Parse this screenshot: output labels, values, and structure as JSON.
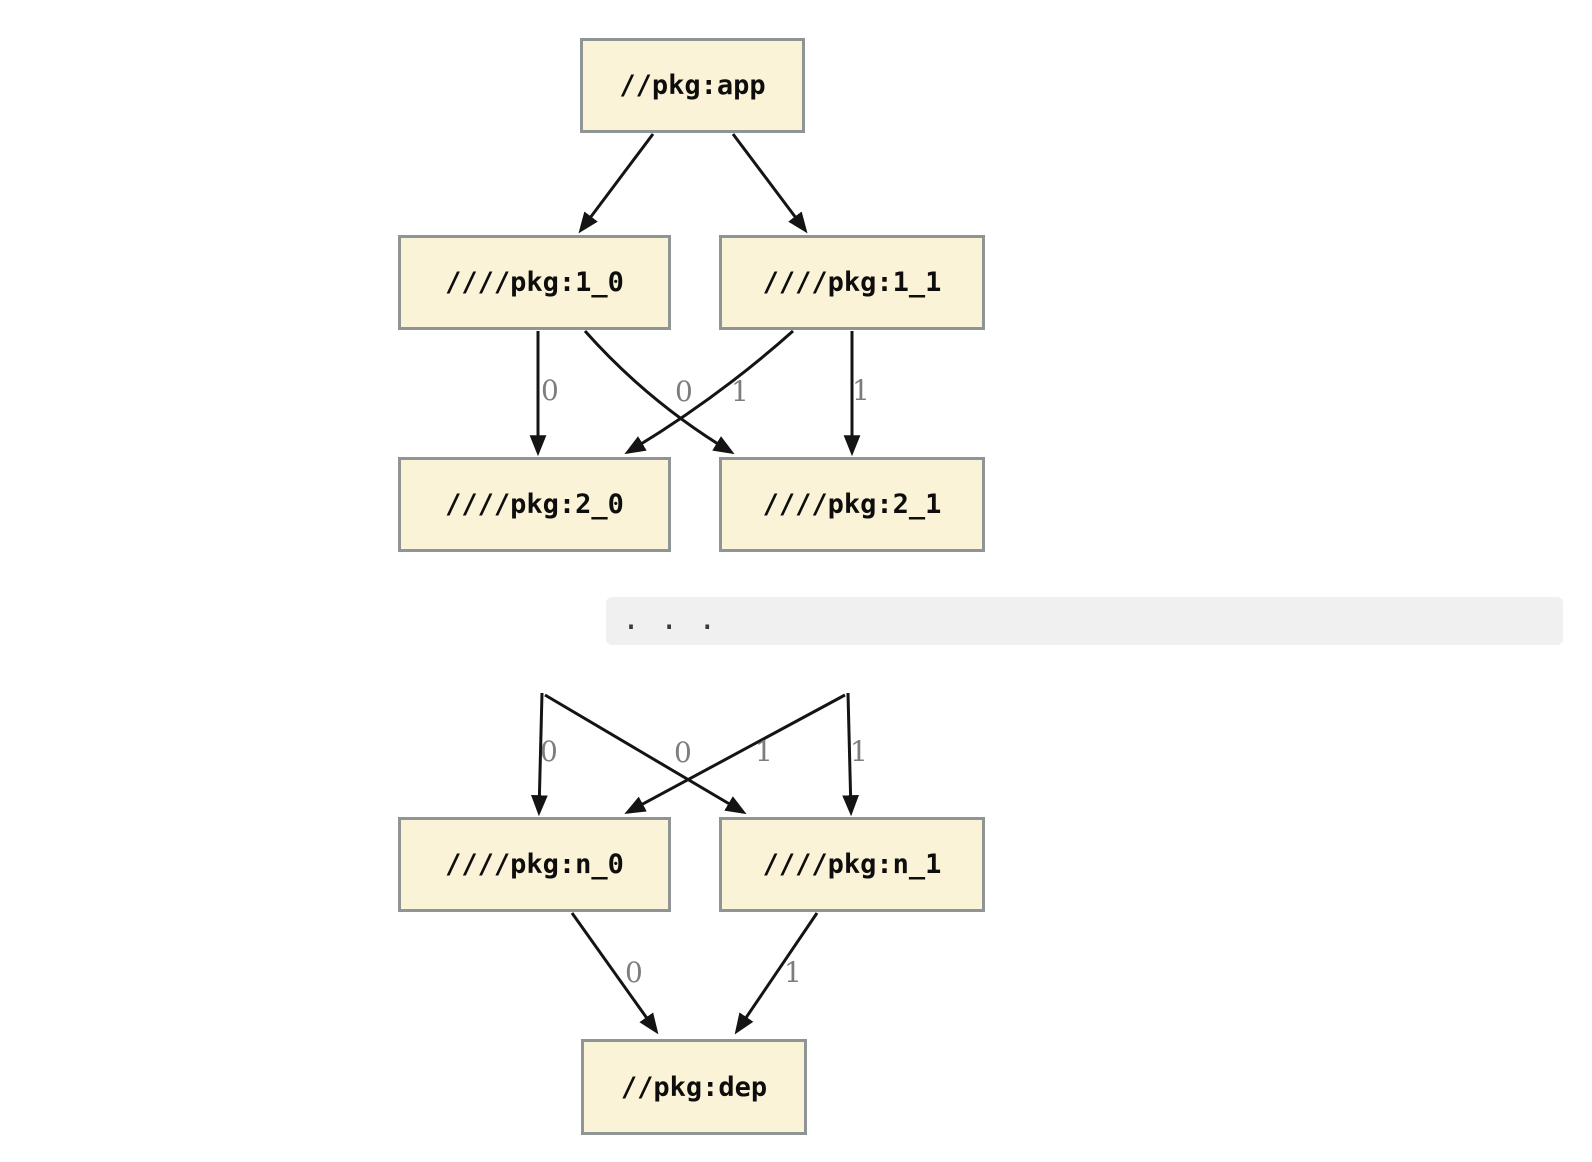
{
  "diagram": {
    "kind": "dependency-graph",
    "nodes": {
      "app": {
        "label": "//pkg:app"
      },
      "v1_0": {
        "label": "////pkg:1_0"
      },
      "v1_1": {
        "label": "////pkg:1_1"
      },
      "v2_0": {
        "label": "////pkg:2_0"
      },
      "v2_1": {
        "label": "////pkg:2_1"
      },
      "vn_0": {
        "label": "////pkg:n_0"
      },
      "vn_1": {
        "label": "////pkg:n_1"
      },
      "dep": {
        "label": "//pkg:dep"
      }
    },
    "separator": {
      "label": ". . ."
    },
    "edges": [
      {
        "from": "//pkg:app",
        "to": "////pkg:1_0",
        "label": ""
      },
      {
        "from": "//pkg:app",
        "to": "////pkg:1_1",
        "label": ""
      },
      {
        "from": "////pkg:1_0",
        "to": "////pkg:2_0",
        "label": "0"
      },
      {
        "from": "////pkg:1_0",
        "to": "////pkg:2_1",
        "label": "0"
      },
      {
        "from": "////pkg:1_1",
        "to": "////pkg:2_0",
        "label": "1"
      },
      {
        "from": "////pkg:1_1",
        "to": "////pkg:2_1",
        "label": "1"
      },
      {
        "from": "…",
        "to": "////pkg:n_0",
        "label": "0"
      },
      {
        "from": "…",
        "to": "////pkg:n_1",
        "label": "0"
      },
      {
        "from": "…",
        "to": "////pkg:n_0",
        "label": "1"
      },
      {
        "from": "…",
        "to": "////pkg:n_1",
        "label": "1"
      },
      {
        "from": "////pkg:n_0",
        "to": "//pkg:dep",
        "label": "0"
      },
      {
        "from": "////pkg:n_1",
        "to": "//pkg:dep",
        "label": "1"
      }
    ],
    "colors": {
      "node_fill": "#faf3d8",
      "node_border": "#8f9494",
      "edge": "#141414",
      "edge_label": "#7d7d7d",
      "separator_bg": "#f0f0f0"
    }
  }
}
